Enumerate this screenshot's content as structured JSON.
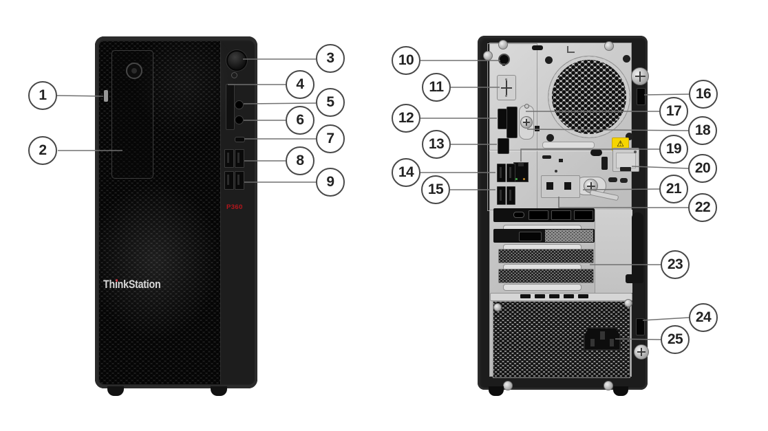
{
  "product": {
    "brand_logo": "ThinkStation",
    "model_badge": "P360"
  },
  "callouts": {
    "c1": "1",
    "c2": "2",
    "c3": "3",
    "c4": "4",
    "c5": "5",
    "c6": "6",
    "c7": "7",
    "c8": "8",
    "c9": "9",
    "c10": "10",
    "c11": "11",
    "c12": "12",
    "c13": "13",
    "c14": "14",
    "c15": "15",
    "c16": "16",
    "c17": "17",
    "c18": "18",
    "c19": "19",
    "c20": "20",
    "c21": "21",
    "c22": "22",
    "c23": "23",
    "c24": "24",
    "c25": "25"
  },
  "icons": {
    "warning_icon": "⚠"
  },
  "colors": {
    "model_badge_red": "#b5161c",
    "logo_dot_red": "#cf1f2e",
    "callout_border": "#484848",
    "leader_line": "#707070",
    "warning_yellow": "#f6d500"
  }
}
